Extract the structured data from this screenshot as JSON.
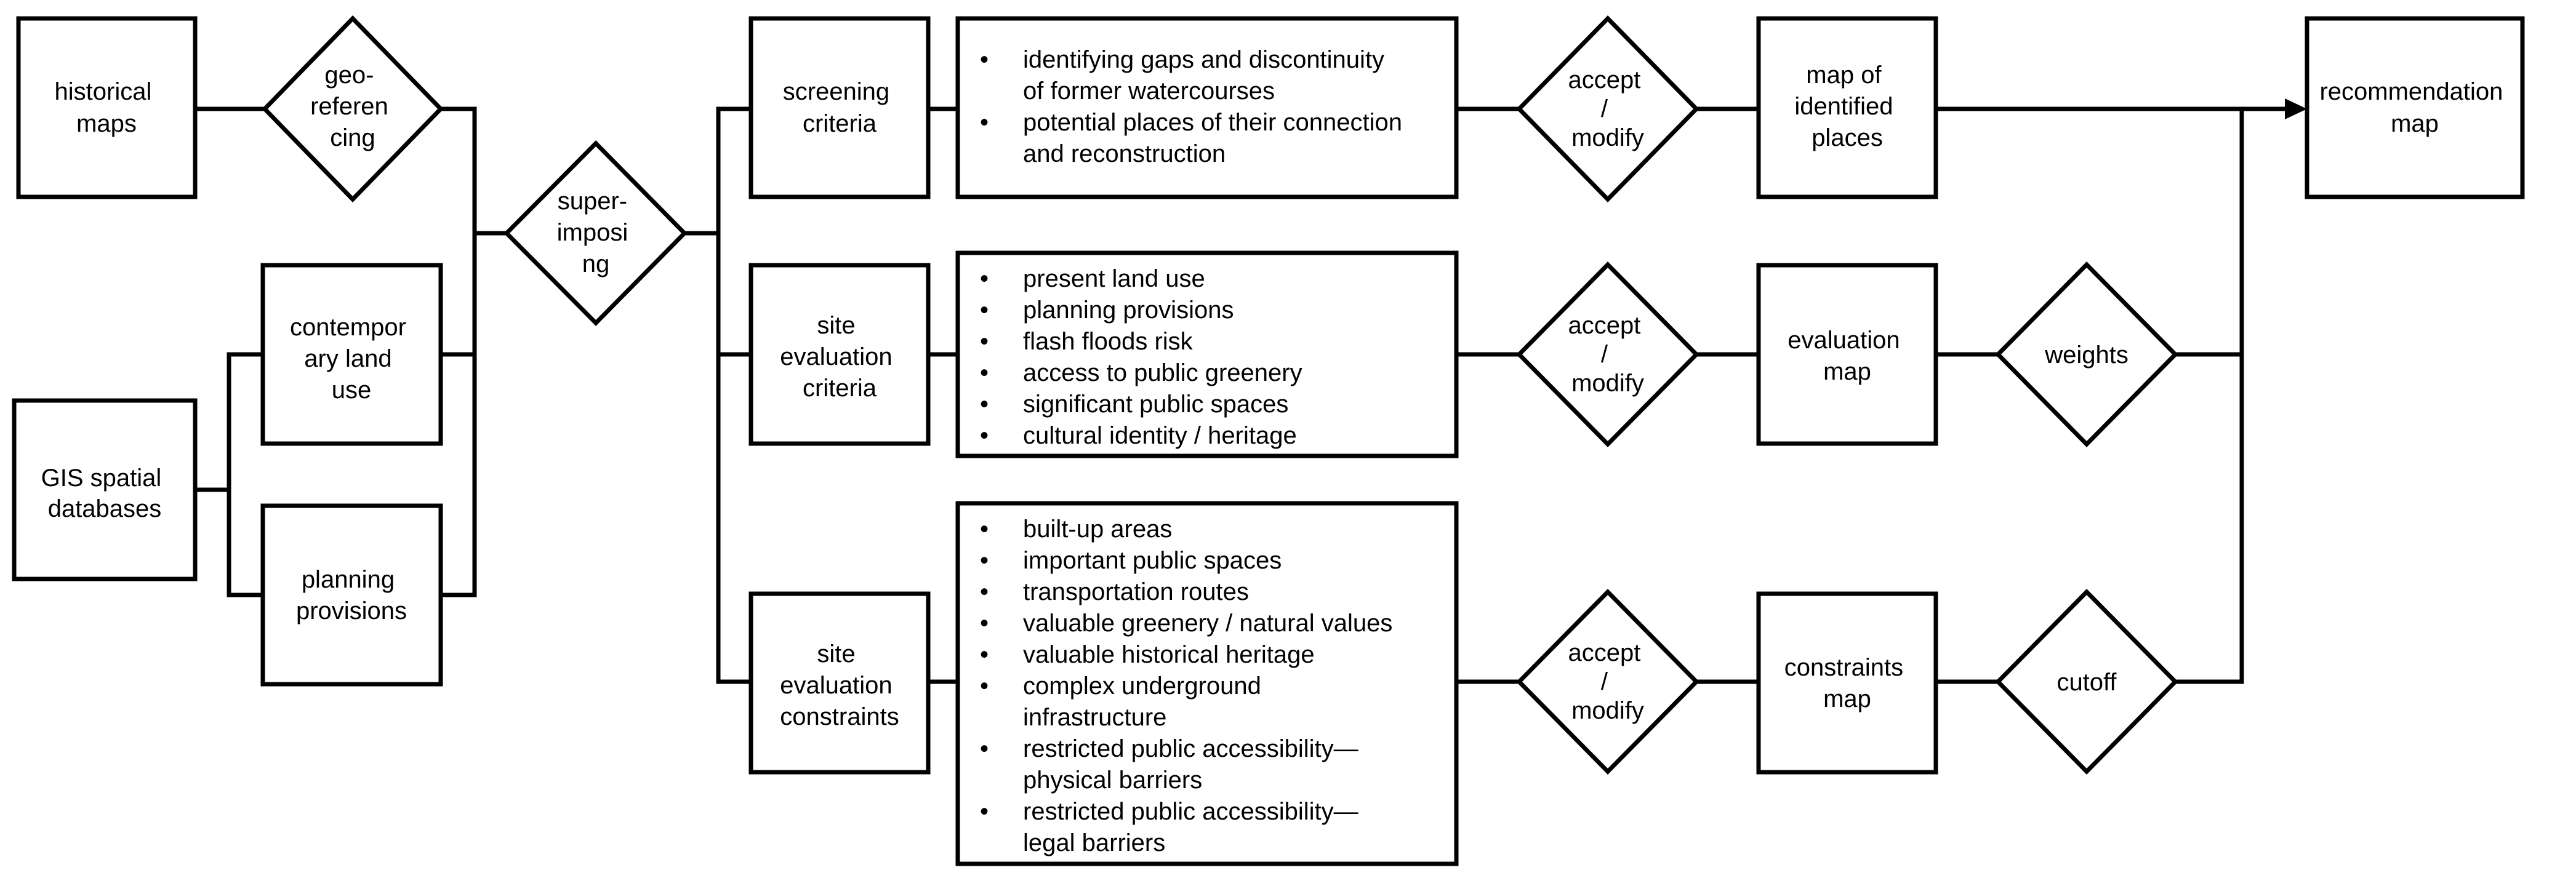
{
  "nodes": {
    "historical_maps": [
      "historical",
      "maps"
    ],
    "georeferencing": [
      "geo-",
      "referen",
      "cing"
    ],
    "contemporary_land_use": [
      "contempor",
      "ary land",
      "use"
    ],
    "gis_spatial_databases": [
      "GIS spatial",
      "databases"
    ],
    "planning_provisions": [
      "planning",
      "provisions"
    ],
    "superimposing": [
      "super-",
      "imposi",
      "ng"
    ],
    "screening_criteria": [
      "screening",
      "criteria"
    ],
    "site_evaluation_criteria": [
      "site",
      "evaluation",
      "criteria"
    ],
    "site_evaluation_constraints": [
      "site",
      "evaluation",
      "constraints"
    ],
    "accept_modify_1": [
      "accept",
      "/",
      "modify"
    ],
    "accept_modify_2": [
      "accept",
      "/",
      "modify"
    ],
    "accept_modify_3": [
      "accept",
      "/",
      "modify"
    ],
    "map_of_identified_places": [
      "map of",
      "identified",
      "places"
    ],
    "evaluation_map": [
      "evaluation",
      "map"
    ],
    "constraints_map": [
      "constraints",
      "map"
    ],
    "weights": [
      "weights"
    ],
    "cutoff": [
      "cutoff"
    ],
    "recommendation_map": [
      "recommendation",
      "map"
    ]
  },
  "lists": {
    "screening": [
      "identifying gaps and discontinuity",
      "of former watercourses",
      "potential places of their connection",
      "and reconstruction"
    ],
    "evaluation": [
      "present land use",
      "planning provisions",
      "flash floods risk",
      "access to public greenery",
      "significant public spaces",
      "cultural identity / heritage"
    ],
    "constraints": [
      "built-up areas",
      "important public spaces",
      "transportation routes",
      "valuable greenery / natural values",
      "valuable historical heritage",
      "complex underground",
      "infrastructure",
      "restricted public accessibility—",
      "physical barriers",
      "restricted public accessibility—",
      "legal barriers"
    ]
  },
  "colors": {
    "stroke": "#000000",
    "background": "#ffffff"
  }
}
